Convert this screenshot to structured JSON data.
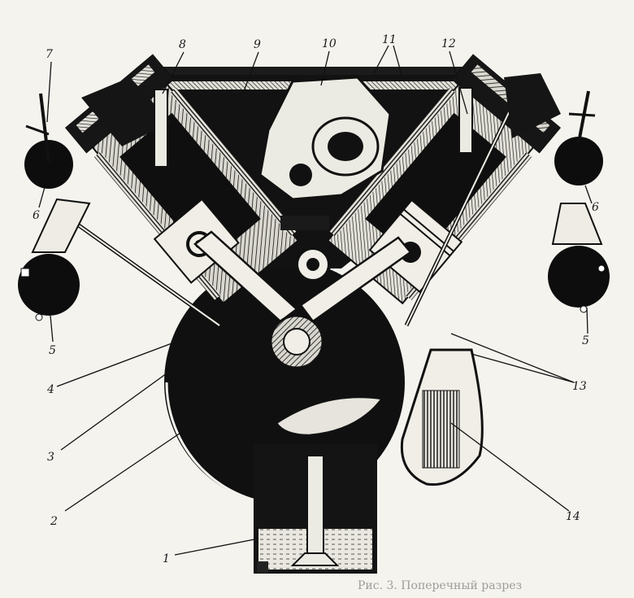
{
  "diagram": {
    "caption": "Рис. 3. Поперечный разрез",
    "labels": [
      {
        "id": "1",
        "text": "1"
      },
      {
        "id": "2",
        "text": "2"
      },
      {
        "id": "3",
        "text": "3"
      },
      {
        "id": "4",
        "text": "4"
      },
      {
        "id": "5-left",
        "text": "5"
      },
      {
        "id": "5-right",
        "text": "5"
      },
      {
        "id": "6-left",
        "text": "6"
      },
      {
        "id": "6-right",
        "text": "6"
      },
      {
        "id": "7",
        "text": "7"
      },
      {
        "id": "8",
        "text": "8"
      },
      {
        "id": "9",
        "text": "9"
      },
      {
        "id": "10",
        "text": "10"
      },
      {
        "id": "11",
        "text": "11"
      },
      {
        "id": "12",
        "text": "12"
      },
      {
        "id": "13",
        "text": "13"
      },
      {
        "id": "14",
        "text": "14"
      }
    ]
  }
}
